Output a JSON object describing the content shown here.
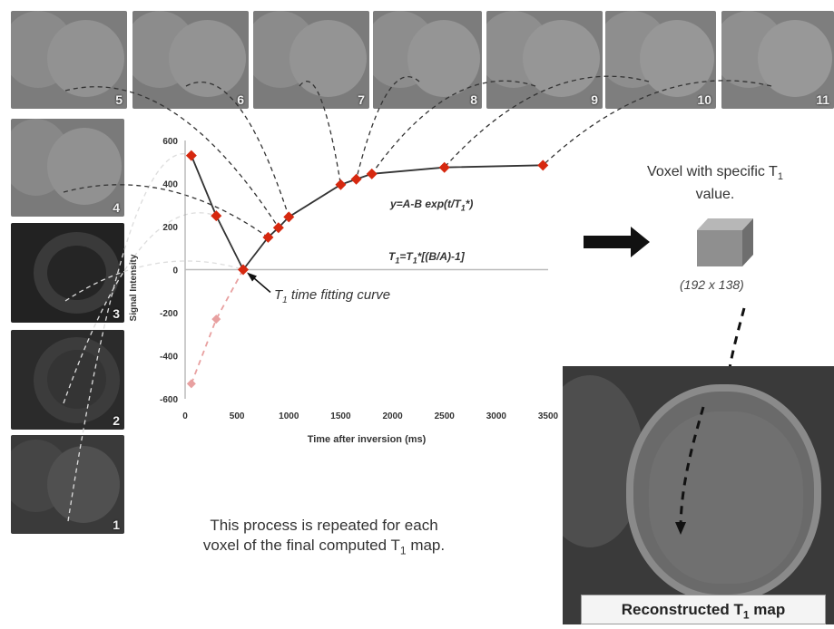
{
  "frames": [
    {
      "num": "1"
    },
    {
      "num": "2"
    },
    {
      "num": "3"
    },
    {
      "num": "4"
    },
    {
      "num": "5"
    },
    {
      "num": "6"
    },
    {
      "num": "7"
    },
    {
      "num": "8"
    },
    {
      "num": "9"
    },
    {
      "num": "10"
    },
    {
      "num": "11"
    }
  ],
  "equations": {
    "fit_prefix": "y=A-B exp(t/T",
    "fit_sub": "1",
    "fit_suffix": "*)",
    "t1_prefix": "T",
    "t1_sub": "1",
    "t1_mid": "=T",
    "t1_sub2": "1",
    "t1_suffix": "*[(B/A)-1]"
  },
  "curve_label": {
    "prefix": "T",
    "sub": "1",
    "suffix": " time fitting curve"
  },
  "voxel": {
    "caption_line1_prefix": "Voxel with specific T",
    "caption_sub": "1",
    "caption_line2": "value.",
    "dims": "(192 x 138)"
  },
  "bottom_caption": {
    "line1": "This process is repeated for each",
    "line2_prefix": "voxel of the final computed T",
    "line2_sub": "1",
    "line2_suffix": " map."
  },
  "t1map_label": {
    "prefix": "Reconstructed T",
    "sub": "1",
    "suffix": " map"
  },
  "colors": {
    "marker": "#d6280f",
    "marker_faded": "#e8a0a0",
    "curve": "#333333",
    "zero_line": "#bbbbbb",
    "arrow": "#111111"
  },
  "chart_data": {
    "type": "scatter",
    "xlabel": "Time after inversion (ms)",
    "ylabel": "Signal Intensity",
    "xlim": [
      0,
      3500
    ],
    "ylim": [
      -600,
      600
    ],
    "xticks": [
      0,
      500,
      1000,
      1500,
      2000,
      2500,
      3000,
      3500
    ],
    "yticks": [
      600,
      400,
      200,
      0,
      -200,
      -400,
      -600
    ],
    "series": [
      {
        "x": [
          60,
          300,
          560,
          800,
          900,
          1000,
          1500,
          1650,
          1800,
          2500,
          3450
        ],
        "y": [
          530,
          250,
          0,
          150,
          195,
          245,
          395,
          420,
          445,
          475,
          485
        ]
      },
      {
        "x": [
          60,
          300
        ],
        "y": [
          -530,
          -230
        ]
      }
    ],
    "curve": {
      "x": [
        60,
        300,
        560,
        800,
        900,
        1000,
        1500,
        1650,
        1800,
        2500,
        3450
      ],
      "y": [
        530,
        250,
        0,
        150,
        195,
        245,
        395,
        420,
        445,
        475,
        485
      ]
    }
  }
}
